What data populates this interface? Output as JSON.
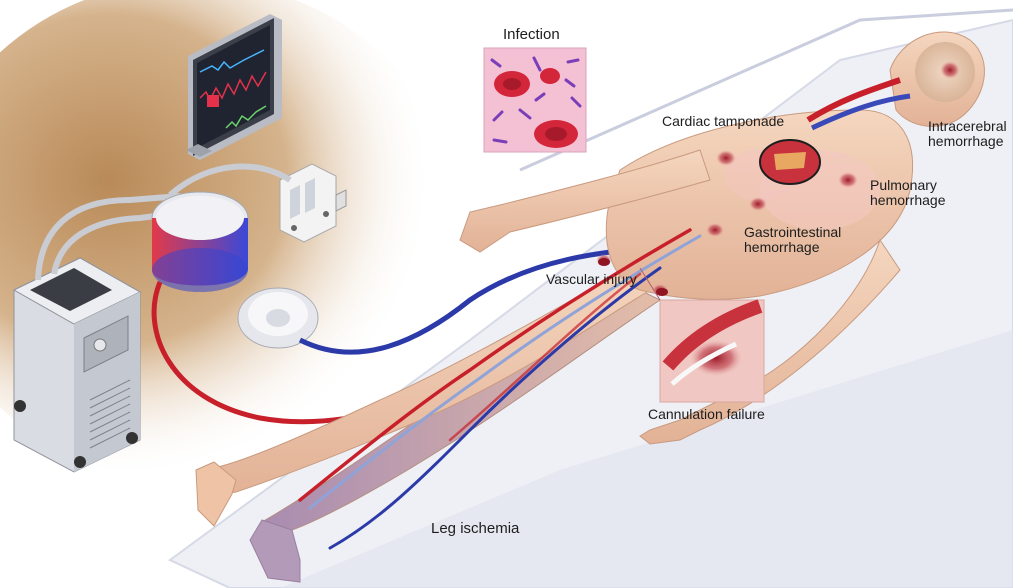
{
  "labels": {
    "infection": "Infection",
    "cardiac_tamponade": "Cardiac tamponade",
    "intracerebral_line1": "Intracerebral",
    "intracerebral_line2": "hemorrhage",
    "pulmonary_line1": "Pulmonary",
    "pulmonary_line2": "hemorrhage",
    "gastrointestinal_line1": "Gastrointestinal",
    "gastrointestinal_line2": "hemorrhage",
    "vascular_injury": "Vascular injury",
    "cannulation_failure": "Cannulation failure",
    "leg_ischemia": "Leg ischemia"
  },
  "colors": {
    "oxygenated_blood": "#c8202a",
    "deoxygenated_blood": "#2b3aa8",
    "skin": "#f1cdb3",
    "hemorrhage": "#b8323d",
    "backdrop": "#c9a074",
    "sheet": "#eef0f6"
  }
}
